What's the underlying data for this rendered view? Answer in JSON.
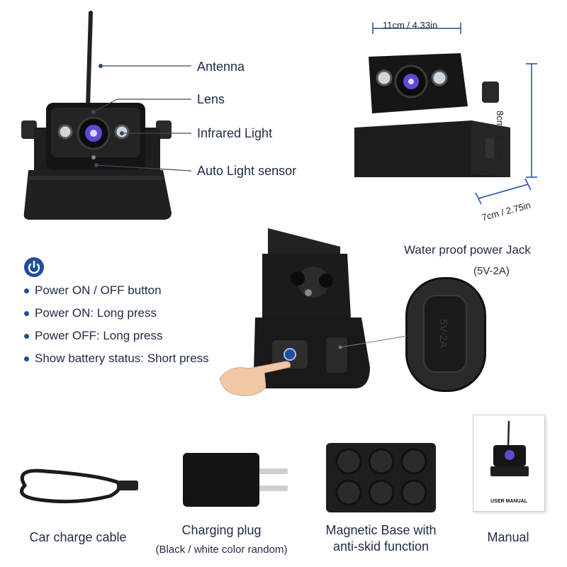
{
  "callouts": {
    "antenna": "Antenna",
    "lens": "Lens",
    "infrared": "Infrared Light",
    "sensor": "Auto Light sensor"
  },
  "dimensions": {
    "width": "11cm / 4.33in",
    "height": "8cm / 3.14in",
    "depth": "7cm / 2.75in"
  },
  "power_jack": {
    "title": "Water proof power Jack",
    "spec": "(5V-2A)",
    "port_label": "5V-2A"
  },
  "power_features": [
    "Power ON / OFF button",
    "Power ON: Long press",
    "Power OFF: Long press",
    "Show battery status: Short press"
  ],
  "accessories": {
    "cable": "Car charge cable",
    "plug": "Charging plug",
    "plug_note": "(Black / white color random)",
    "base_line1": "Magnetic Base with",
    "base_line2": "anti-skid function",
    "manual": "Manual",
    "manual_cover": "USER MANUAL"
  },
  "colors": {
    "accent": "#1f4e9a",
    "text": "#1f2a44",
    "device": "#1a1a1a"
  },
  "icons": [
    "power-icon"
  ]
}
